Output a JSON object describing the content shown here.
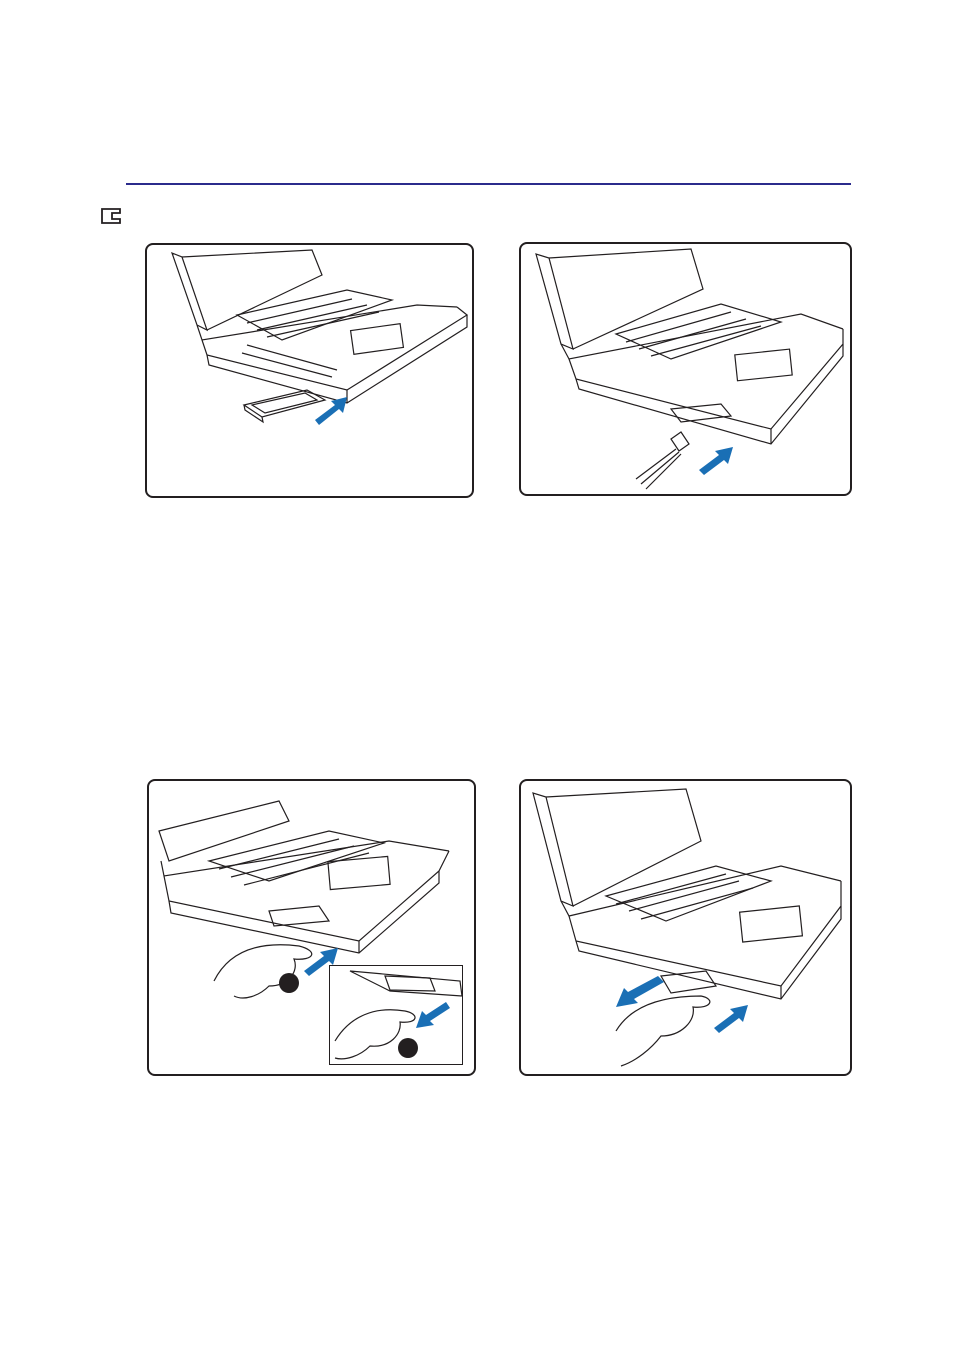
{
  "page": {
    "rule_color": "#2b2b8c",
    "accent_arrow_color": "#1a6fb5",
    "line_color": "#231f20"
  },
  "icons": {
    "section_icon": "pc-card-slot-icon"
  },
  "figures": [
    {
      "id": "insert-pc-card",
      "illustration": "laptop-inserting-pc-card"
    },
    {
      "id": "connect-cable",
      "illustration": "laptop-connecting-pc-card-cable"
    },
    {
      "id": "press-eject-button",
      "illustration": "laptop-press-eject-button-with-inset"
    },
    {
      "id": "remove-pc-card",
      "illustration": "laptop-pulling-out-pc-card"
    }
  ]
}
